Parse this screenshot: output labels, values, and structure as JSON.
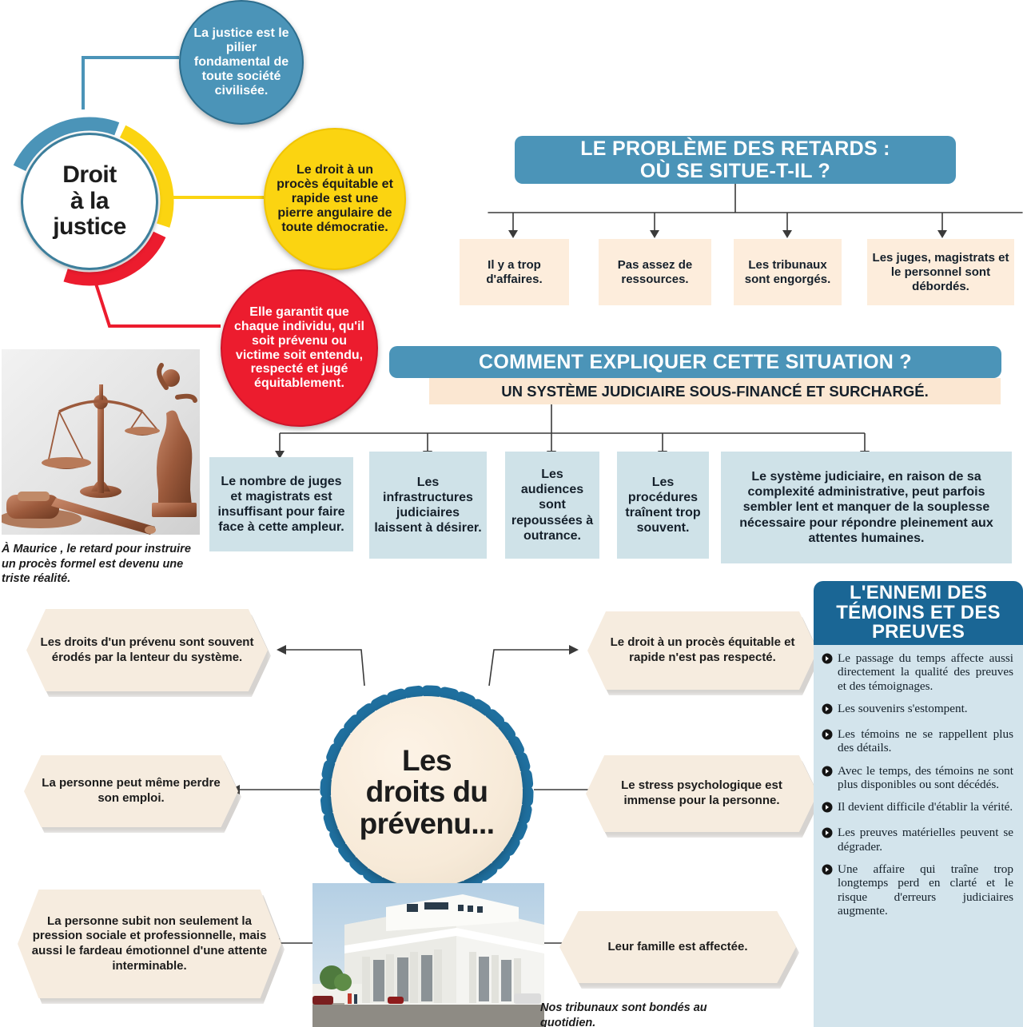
{
  "hub": {
    "title": "Droit\nà la\njustice",
    "title_lines": [
      "Droit",
      "à la",
      "justice"
    ],
    "colors": {
      "blue": "#4b94b8",
      "yellow": "#fbd411",
      "red": "#ec1c2e"
    },
    "bubbles": [
      {
        "id": "blue",
        "text": "La justice est le pilier fondamental de toute société civilisée."
      },
      {
        "id": "yellow",
        "text": "Le droit à un procès équitable et rapide est une pierre angulaire de toute démocratie."
      },
      {
        "id": "red",
        "text": "Elle garantit que chaque individu, qu'il soit prévenu ou victime soit entendu, respecté et jugé équitablement."
      }
    ]
  },
  "section_delays": {
    "header": "LE PROBLÈME DES RETARDS :\nOÙ SE SITUE-T-IL ?",
    "header_lines": [
      "LE PROBLÈME DES RETARDS :",
      "OÙ SE SITUE-T-IL ?"
    ],
    "items": [
      "Il y a trop d'affaires.",
      "Pas assez de ressources.",
      "Les tribunaux sont engorgés.",
      "Les juges, magistrats et le personnel sont débordés."
    ]
  },
  "section_explain": {
    "header": "COMMENT EXPLIQUER CETTE SITUATION ?",
    "subheader": "UN SYSTÈME JUDICIAIRE SOUS-FINANCÉ ET SURCHARGÉ.",
    "items": [
      "Le nombre de juges et magistrats est insuffisant pour faire face à cette ampleur.",
      "Les infrastructures judiciaires laissent à désirer.",
      "Les audiences sont repoussées à outrance.",
      "Les procédures traînent trop souvent.",
      "Le système judiciaire, en raison de sa complexité administrative, peut parfois sembler lent et manquer de la souplesse nécessaire pour répondre pleinement aux attentes humaines."
    ]
  },
  "photos": {
    "scales": {
      "caption": "À Maurice , le retard pour instruire un procès formel est devenu une triste réalité."
    },
    "court": {
      "caption": "Nos tribunaux sont bondés au quotidien."
    }
  },
  "rights": {
    "center": "Les droits du prévenu...",
    "center_lines": [
      "Les",
      "droits du",
      "prévenu..."
    ],
    "callouts": [
      {
        "pos": "top-left",
        "text": "Les droits d'un prévenu sont souvent érodés par la lenteur du système."
      },
      {
        "pos": "mid-left",
        "text": "La personne peut même perdre son emploi."
      },
      {
        "pos": "bottom-left",
        "text": "La personne subit non seulement la pression sociale et professionnelle, mais aussi le fardeau émotionnel d'une attente interminable."
      },
      {
        "pos": "top-right",
        "text": "Le droit à un procès équitable et rapide n'est pas respecté."
      },
      {
        "pos": "mid-right",
        "text": "Le stress psychologique est immense pour la personne."
      },
      {
        "pos": "bottom-right",
        "text": "Leur famille est affectée."
      }
    ]
  },
  "enemy_panel": {
    "title": "L'ENNEMI DES TÉMOINS ET DES PREUVES",
    "title_lines": [
      "L'ENNEMI DES",
      "TÉMOINS ET DES",
      "PREUVES"
    ],
    "bullet_icon": "arrow-circle-right-icon",
    "items": [
      "Le passage du temps affecte aussi directement la qualité des preuves et des témoignages.",
      "Les souvenirs s'estompent.",
      "Les témoins ne se rappellent plus des détails.",
      "Avec le temps, des témoins ne sont plus disponibles ou sont décédés.",
      "Il devient difficile d'établir la vérité.",
      "Les preuves matérielles peuvent se dégrader.",
      "Une affaire qui traîne trop longtemps perd en clarté et le risque d'erreurs judiciaires augmente."
    ]
  },
  "palette": {
    "header_blue": "#4b94b8",
    "panel_blue": "#1a6695",
    "box_cream": "#fdeddc",
    "box_lightblue": "#cfe2e8",
    "subheader_cream": "#fbe7d2",
    "hex_cream": "#f6ecdf",
    "accent_yellow": "#fbd411",
    "accent_red": "#ec1c2e",
    "line": "#3a3a3a"
  }
}
